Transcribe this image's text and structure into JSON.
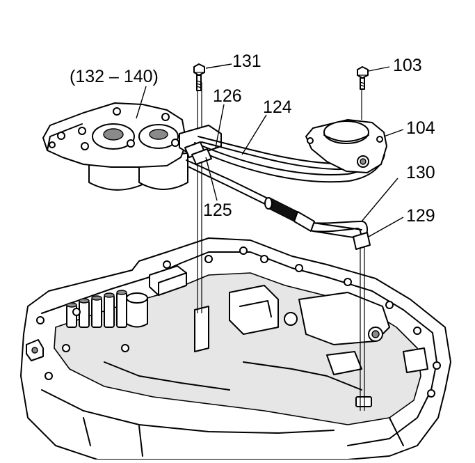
{
  "callouts": {
    "c132_140": "(132 – 140)",
    "c131": "131",
    "c126": "126",
    "c124": "124",
    "c103": "103",
    "c104": "104",
    "c125": "125",
    "c130": "130",
    "c129": "129"
  }
}
